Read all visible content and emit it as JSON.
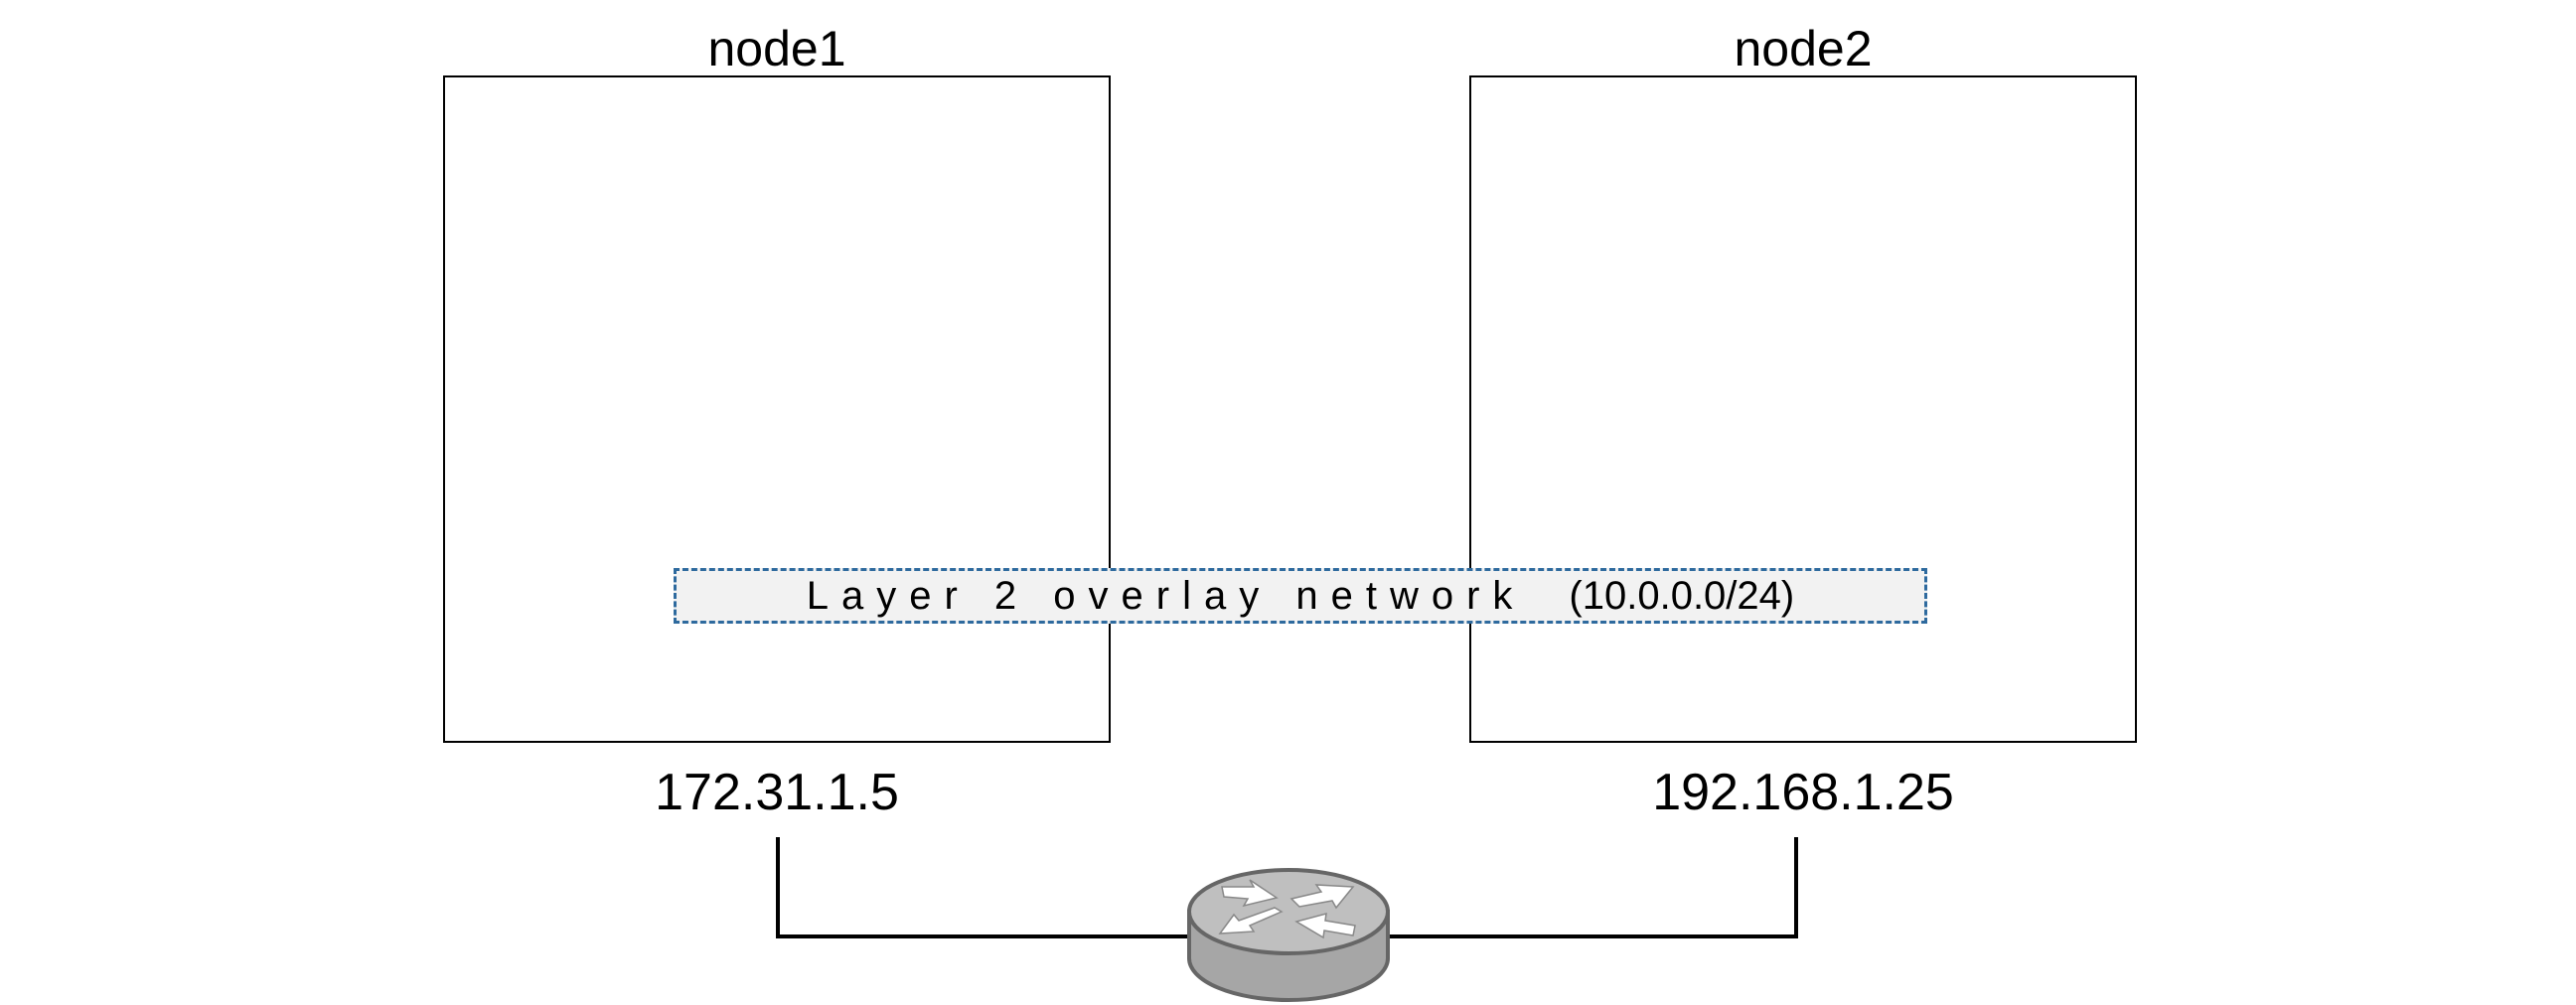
{
  "nodes": [
    {
      "title": "node1",
      "ip": "172.31.1.5"
    },
    {
      "title": "node2",
      "ip": "192.168.1.25"
    }
  ],
  "overlay": {
    "name": "Layer 2 overlay network",
    "subnet": "(10.0.0.0/24)"
  },
  "colors": {
    "overlay_border": "#2e6a9e",
    "overlay_fill": "#f2f2f2",
    "router_fill": "#b3b3b3",
    "router_stroke": "#666666"
  },
  "icons": {
    "router": "router-icon"
  }
}
